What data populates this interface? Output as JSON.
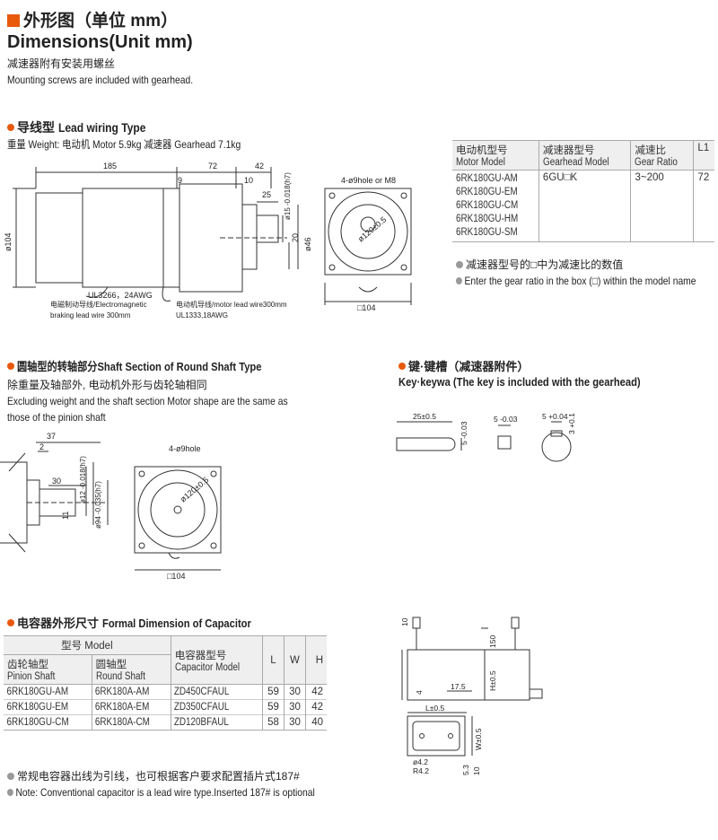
{
  "header": {
    "title_cn": "外形图（单位 mm）",
    "title_en": "Dimensions(Unit mm)",
    "note_cn": "减速器附有安装用螺丝",
    "note_en": "Mounting screws are included with gearhead."
  },
  "lead_wiring": {
    "heading_cn": "导线型",
    "heading_en": "Lead wiring Type",
    "weight_line": "重量 Weight: 电动机 Motor 5.9kg  减速器 Gearhead 7.1kg",
    "dims": {
      "d185": "185",
      "d72": "72",
      "d42": "42",
      "d9": "9",
      "d10": "10",
      "d25": "25",
      "d104": "ø104",
      "d46": "ø46",
      "d20": "20",
      "shaft": "ø15 -0.018(h7)",
      "hole": "4-ø9hole or M8",
      "pcd": "ø120±0.5",
      "square": "□104"
    },
    "wire_labels": {
      "ul3266": "UL3266，24AWG",
      "brake_cn": "电磁制动导线/Electromagnetic",
      "brake_en": "braking lead wire 300mm",
      "motor_lead": "电动机导线/motor lead wire300mm",
      "ul1333": "UL1333,18AWG"
    }
  },
  "model_table": {
    "headers": [
      {
        "cn": "电动机型号",
        "en": "Motor Model"
      },
      {
        "cn": "减速器型号",
        "en": "Gearhead Model"
      },
      {
        "cn": "减速比",
        "en": "Gear Ratio"
      },
      {
        "cn": "L1",
        "en": ""
      }
    ],
    "motor_models": [
      "6RK180GU-AM",
      "6RK180GU-EM",
      "6RK180GU-CM",
      "6RK180GU-HM",
      "6RK180GU-SM"
    ],
    "gearhead_model": "6GU□K",
    "gear_ratio": "3~200",
    "l1": "72",
    "note_cn": "减速器型号的□中为减速比的数值",
    "note_en": "Enter the gear ratio in the box (□) within the model name"
  },
  "round_shaft": {
    "heading": "圆轴型的转轴部分Shaft Section of Round Shaft Type",
    "line_cn": "除重量及轴部外, 电动机外形与齿轮轴相同",
    "line_en1": "Excluding weight and the shaft section Motor shape are the same as",
    "line_en2": "those of the pinion shaft",
    "dims": {
      "d37": "37",
      "d2": "2",
      "d30": "30",
      "d11": "11",
      "shaft": "ø12 -0.018(h7)",
      "spigot": "ø94 -0.035(h7)",
      "hole": "4-ø9hole",
      "pcd": "ø120±0.5",
      "square": "□104"
    }
  },
  "key": {
    "heading": "键·键槽（减速器附件）",
    "subheading": "Key·keywa (The key is included with the gearhead)",
    "dims": {
      "len": "25±0.5",
      "h5": "5 -0.03",
      "w5": "5 -0.03",
      "slot": "5 +0.04",
      "d3": "3 +0.1"
    }
  },
  "capacitor": {
    "heading_cn": "电容器外形尺寸",
    "heading_en": "Formal Dimension of Capacitor",
    "header_model": "型号 Model",
    "header_pinion": {
      "cn": "齿轮轴型",
      "en": "Pinion Shaft"
    },
    "header_round": {
      "cn": "圆轴型",
      "en": "Round Shaft"
    },
    "header_cap": {
      "cn": "电容器型号",
      "en": "Capacitor Model"
    },
    "header_L": "L",
    "header_W": "W",
    "header_H": "H",
    "rows": [
      {
        "pinion": "6RK180GU-AM",
        "round": "6RK180A-AM",
        "cap": "ZD450CFAUL",
        "L": "59",
        "W": "30",
        "H": "42"
      },
      {
        "pinion": "6RK180GU-EM",
        "round": "6RK180A-EM",
        "cap": "ZD350CFAUL",
        "L": "59",
        "W": "30",
        "H": "42"
      },
      {
        "pinion": "6RK180GU-CM",
        "round": "6RK180A-CM",
        "cap": "ZD120BFAUL",
        "L": "58",
        "W": "30",
        "H": "40"
      }
    ],
    "note_cn": "常规电容器出线为引线，也可根据客户要求配置插片式187#",
    "note_en": "Note: Conventional capacitor is a lead wire type.Inserted 187# is optional",
    "dims": {
      "d10": "10",
      "d150": "150",
      "H": "H±0.5",
      "d4": "4",
      "d175": "17.5",
      "L": "L±0.5",
      "W": "W±0.5",
      "d42": "ø4.2",
      "r42": "R4.2",
      "d53": "5.3",
      "d10b": "10"
    }
  },
  "colors": {
    "accent": "#e8590c",
    "line": "#333333",
    "table_header": "#efefef"
  }
}
